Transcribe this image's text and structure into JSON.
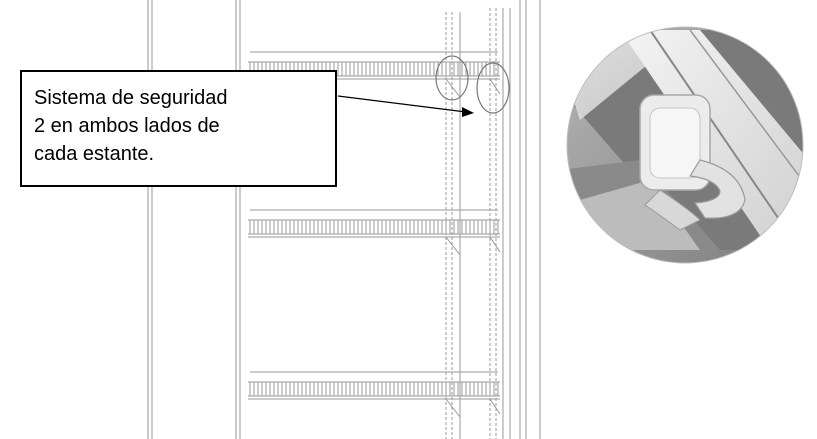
{
  "callout": {
    "lines": [
      "Sistema de seguridad",
      "2 en ambos lados de",
      "cada estante."
    ]
  },
  "colors": {
    "line": "#9a9a9a",
    "dark_line": "#555555",
    "border": "#000000",
    "detail_bg": "#9c9c9c"
  },
  "icons": [
    "shelving-unit-drawing",
    "detail-magnifier-circle",
    "callout-arrow"
  ]
}
